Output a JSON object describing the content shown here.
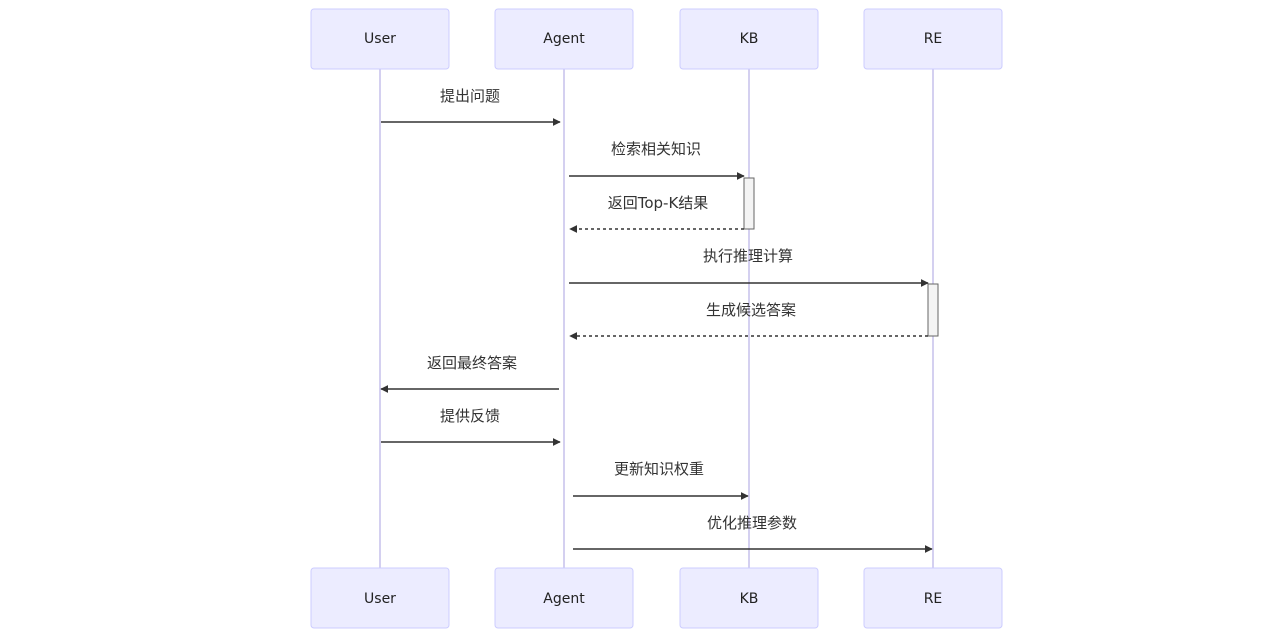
{
  "diagram": {
    "type": "sequence",
    "participants": [
      {
        "id": "user",
        "label": "User"
      },
      {
        "id": "agent",
        "label": "Agent"
      },
      {
        "id": "kb",
        "label": "KB"
      },
      {
        "id": "re",
        "label": "RE"
      }
    ],
    "messages": [
      {
        "from": "user",
        "to": "agent",
        "text": "提出问题",
        "style": "solid"
      },
      {
        "from": "agent",
        "to": "kb",
        "text": "检索相关知识",
        "style": "solid"
      },
      {
        "from": "kb",
        "to": "agent",
        "text": "返回Top-K结果",
        "style": "dashed"
      },
      {
        "from": "agent",
        "to": "re",
        "text": "执行推理计算",
        "style": "solid"
      },
      {
        "from": "re",
        "to": "agent",
        "text": "生成候选答案",
        "style": "dashed"
      },
      {
        "from": "agent",
        "to": "user",
        "text": "返回最终答案",
        "style": "solid"
      },
      {
        "from": "user",
        "to": "agent",
        "text": "提供反馈",
        "style": "solid"
      },
      {
        "from": "agent",
        "to": "kb",
        "text": "更新知识权重",
        "style": "solid"
      },
      {
        "from": "agent",
        "to": "re",
        "text": "优化推理参数",
        "style": "solid"
      }
    ],
    "activations": [
      {
        "participant": "kb",
        "from_message": 1,
        "to_message": 2
      },
      {
        "participant": "re",
        "from_message": 3,
        "to_message": 4
      }
    ]
  }
}
